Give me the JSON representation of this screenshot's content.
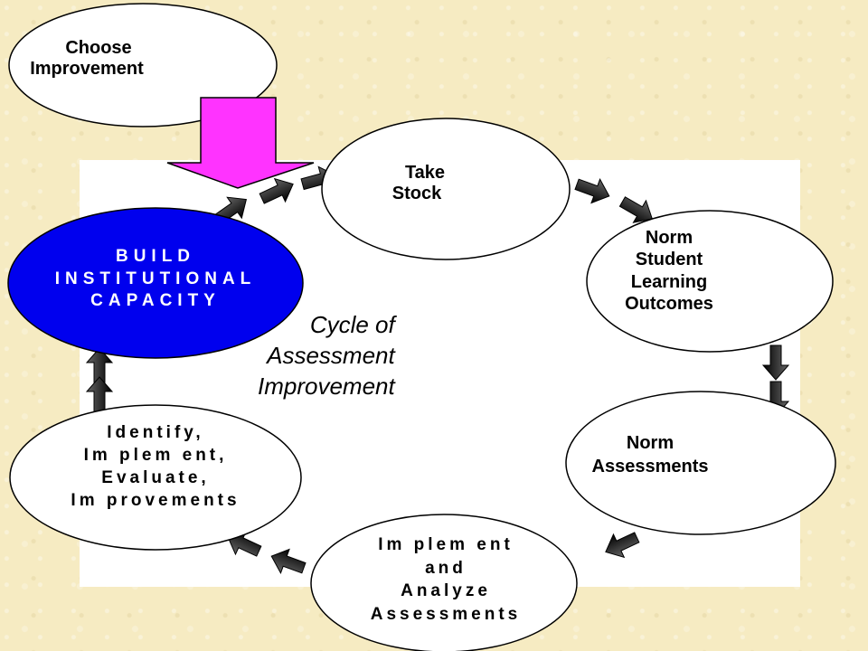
{
  "diagram": {
    "title_lines": [
      "Cycle of",
      "Assessment",
      "Improvement"
    ],
    "nodes": {
      "choose": [
        "Choose",
        "Improvement"
      ],
      "take_stock": [
        "Take",
        "Stock"
      ],
      "norm_slo": [
        "Norm",
        "Student",
        "Learning",
        "Outcomes"
      ],
      "norm_assess": [
        "Norm",
        "Assessments"
      ],
      "implement": [
        "Im plem ent",
        "and",
        "Analyze",
        "Assessments"
      ],
      "identify": [
        "Identify,",
        "Im plem ent,",
        "Evaluate,",
        "Im provements"
      ],
      "build": [
        "BUILD",
        "INSTITUTIONAL",
        "CAPACITY"
      ]
    }
  },
  "colors": {
    "build_fill": "#0000ee",
    "entry_arrow": "#ff33ff",
    "background": "#f6ebc2"
  },
  "icons": [
    "choose-improvement-arrow-icon",
    "cycle-arrow-icon"
  ]
}
